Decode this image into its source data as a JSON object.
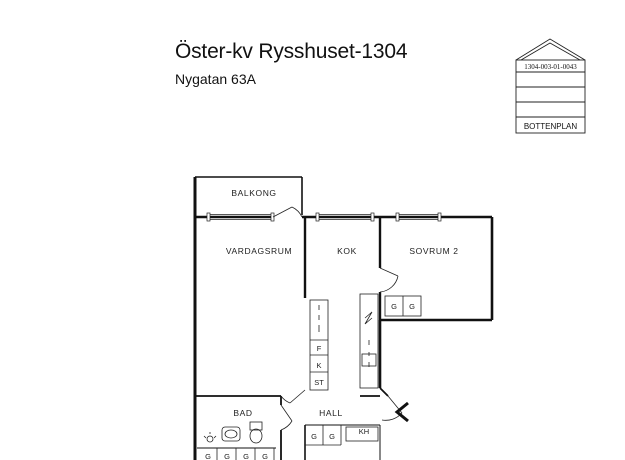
{
  "header": {
    "title": "Öster-kv Rysshuset-1304",
    "address": "Nygatan 63A"
  },
  "stamp": {
    "code": "1304-003-01-0043",
    "floor": "BOTTENPLAN"
  },
  "rooms": {
    "balcony": "BALKONG",
    "living": "VARDAGSRUM",
    "kitchen": "KOK",
    "bedroom": "SOVRUM 2",
    "bath": "BAD",
    "hall": "HALL"
  },
  "fixtures": {
    "kitchen_f": "F",
    "kitchen_k": "K",
    "kitchen_st": "ST",
    "hall_kh": "KH",
    "g": "G"
  }
}
